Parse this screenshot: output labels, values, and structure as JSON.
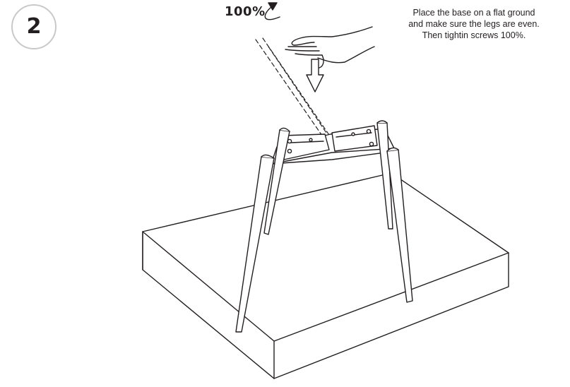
{
  "step": {
    "number": "2"
  },
  "torque": {
    "label": "100%"
  },
  "instructions": {
    "lines": [
      "Place the base on a flat ground",
      "and make sure the legs are even.",
      "Then tightin screws 100%."
    ]
  },
  "colors": {
    "ink": "#231f20",
    "circle_border": "#c9c9c9",
    "background": "#ffffff"
  },
  "icons": {
    "rotate": "rotate-arrow-icon",
    "hand": "hand-icon",
    "press": "down-arrow-icon"
  }
}
